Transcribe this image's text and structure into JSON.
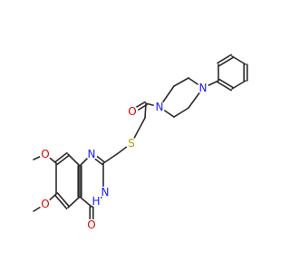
{
  "structure": {
    "atom_labels": [
      {
        "id": "O_ketone",
        "text": "O",
        "color": "#e00000"
      },
      {
        "id": "N_piperazine_amide",
        "text": "N",
        "color": "#1a1aff"
      },
      {
        "id": "N_piperazine_aryl",
        "text": "N",
        "color": "#1a1aff"
      },
      {
        "id": "S_thioether",
        "text": "S",
        "color": "#b5a000"
      },
      {
        "id": "N_quinazoline_1",
        "text": "N",
        "color": "#1a1aff"
      },
      {
        "id": "N_quinazoline_3",
        "text": "N",
        "color": "#1a1aff"
      },
      {
        "id": "H_quinazoline_3",
        "text": "H",
        "color": "#1a1aff"
      },
      {
        "id": "O_methoxy_7",
        "text": "O",
        "color": "#e00000"
      },
      {
        "id": "O_methoxy_6",
        "text": "O",
        "color": "#e00000"
      },
      {
        "id": "O_quinazolinone",
        "text": "O",
        "color": "#e00000"
      }
    ]
  }
}
